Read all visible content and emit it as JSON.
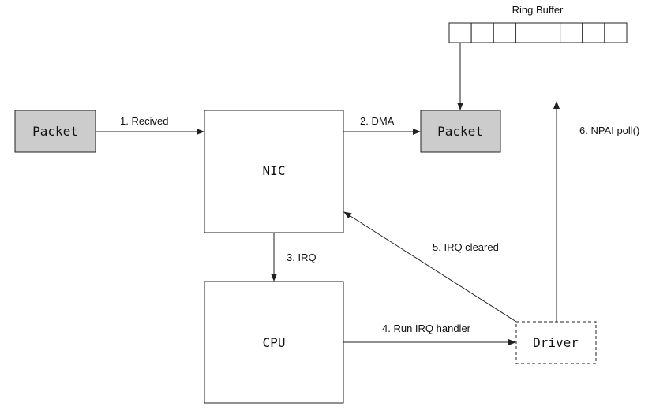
{
  "nodes": {
    "packet_in": "Packet",
    "nic": "NIC",
    "packet_out": "Packet",
    "cpu": "CPU",
    "driver": "Driver",
    "ring_buffer": "Ring Buffer"
  },
  "ring_buffer_slots": 8,
  "edges": {
    "received": "1. Recived",
    "dma": "2. DMA",
    "irq": "3. IRQ",
    "run_handler": "4. Run IRQ handler",
    "irq_cleared": "5. IRQ cleared",
    "napi_poll": "6. NPAI poll()"
  },
  "colors": {
    "packet_fill": "#cccccc",
    "stroke": "#222222",
    "background": "#ffffff"
  }
}
